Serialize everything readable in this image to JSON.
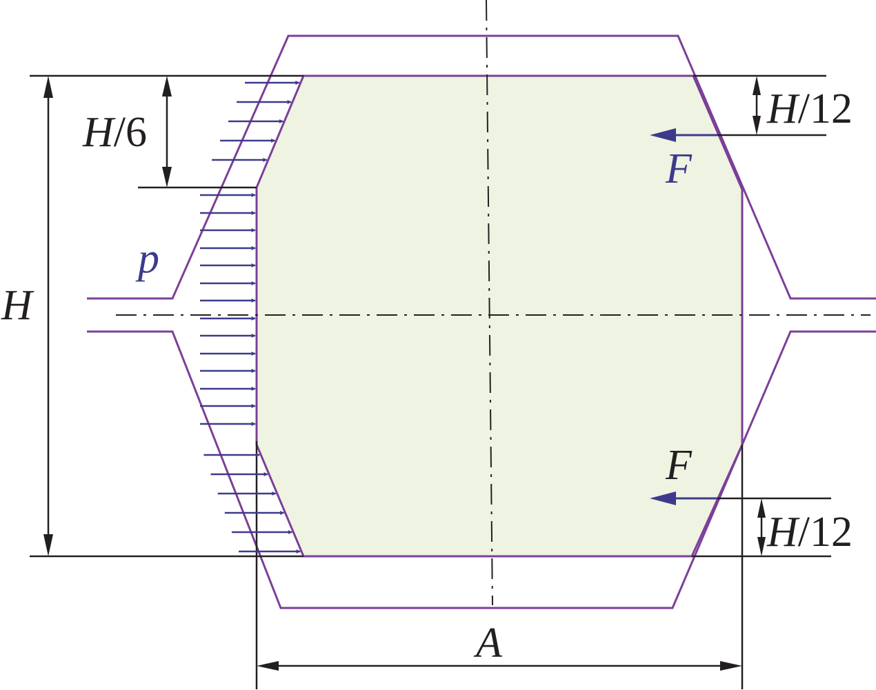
{
  "diagram": {
    "colors": {
      "outline": "#7b3f98",
      "fill": "#eef3e2",
      "load": "#3d3a8c",
      "dimension": "#231f20"
    },
    "labels": {
      "height_var": "H",
      "top_chamfer_var": "H",
      "top_chamfer_den": "/6",
      "right_top_var": "H",
      "right_top_den": "/12",
      "right_bottom_var": "H",
      "right_bottom_den": "/12",
      "width": "A",
      "pressure": "p",
      "force_top": "F",
      "force_bottom": "F"
    }
  }
}
